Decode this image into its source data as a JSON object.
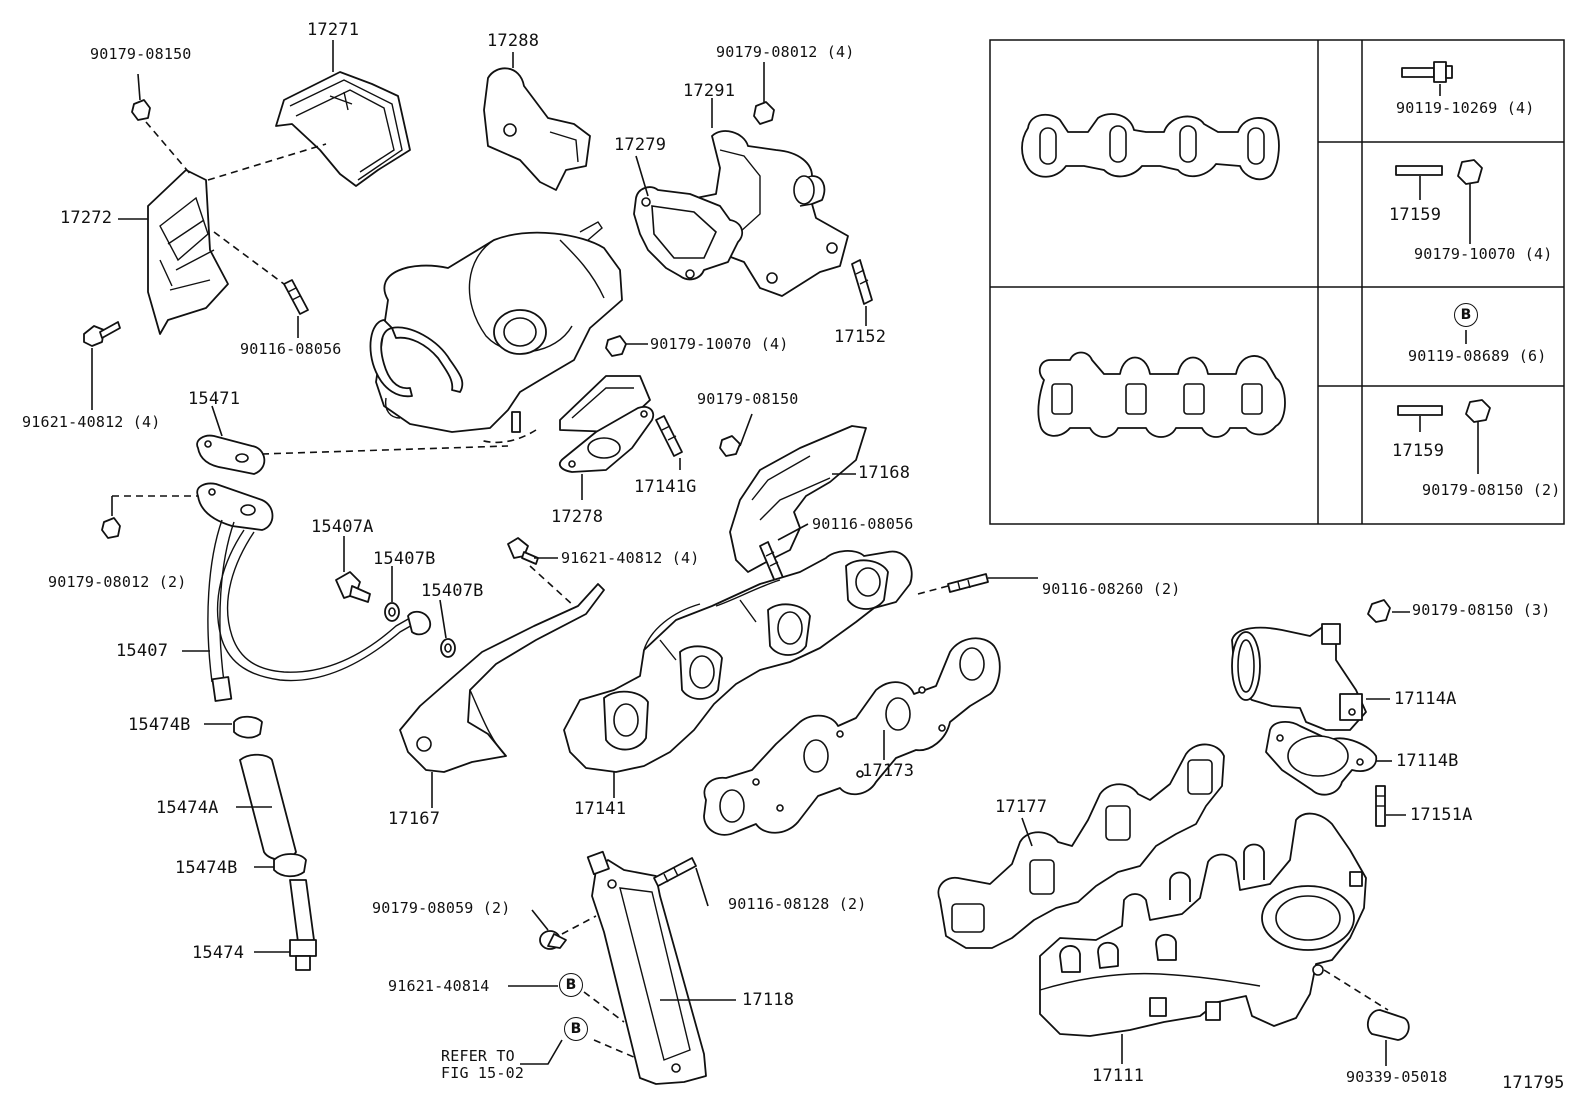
{
  "diagram_id": "171795",
  "callout_b": "B",
  "labels": {
    "p90179_08150_a": "90179-08150",
    "p17271": "17271",
    "p17288": "17288",
    "p90179_08012_4": "90179-08012 (4)",
    "p17291": "17291",
    "p17279": "17279",
    "p17272": "17272",
    "p90116_08056_a": "90116-08056",
    "p91621_40812_4a": "91621-40812 (4)",
    "p15471": "15471",
    "p90179_10070_4a": "90179-10070 (4)",
    "p17152": "17152",
    "p90179_08150_b": "90179-08150",
    "p17168": "17168",
    "p17141g": "17141G",
    "p17278": "17278",
    "p90179_08012_2": "90179-08012 (2)",
    "p15407a": "15407A",
    "p15407b_1": "15407B",
    "p15407b_2": "15407B",
    "p91621_40812_4b": "91621-40812 (4)",
    "p90116_08056_b": "90116-08056",
    "p90116_08260_2": "90116-08260 (2)",
    "p15407": "15407",
    "p15474b_1": "15474B",
    "p15474a": "15474A",
    "p15474b_2": "15474B",
    "p15474": "15474",
    "p17167": "17167",
    "p17141": "17141",
    "p17173": "17173",
    "p90179_08150_3": "90179-08150 (3)",
    "p17114a": "17114A",
    "p17114b": "17114B",
    "p17151a": "17151A",
    "p17177": "17177",
    "p90179_08059_2": "90179-08059 (2)",
    "p90116_08128_2": "90116-08128 (2)",
    "p91621_40814": "91621-40814",
    "p17118": "17118",
    "refer_to": "REFER TO",
    "fig": "FIG 15-02",
    "p17111": "17111",
    "p90339_05018": "90339-05018",
    "inset_90119_10269_4": "90119-10269 (4)",
    "inset_17159_a": "17159",
    "inset_90179_10070_4": "90179-10070 (4)",
    "inset_90119_08689_6": "90119-08689 (6)",
    "inset_17159_b": "17159",
    "inset_90179_08150_2": "90179-08150 (2)"
  }
}
